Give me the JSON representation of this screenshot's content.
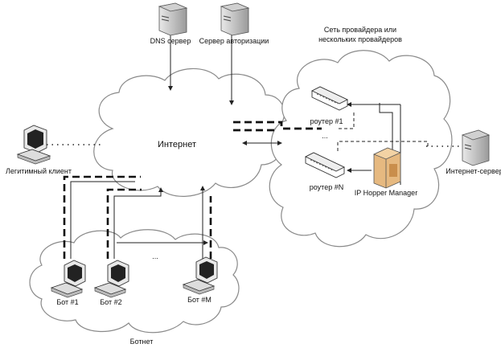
{
  "labels": {
    "dns_server": "DNS сервер",
    "auth_server": "Сервер авторизации",
    "provider_network_line1": "Сеть провайдера или",
    "provider_network_line2": "нескольких провайдеров",
    "internet": "Интернет",
    "router_1": "роутер #1",
    "router_n": "роутер #N",
    "dots_routers": "...",
    "ip_hopper": "IP Hopper Manager",
    "internet_server": "Интернет-сервер",
    "legit_client": "Легитимный клиент",
    "bot_1": "Бот #1",
    "bot_2": "Бот #2",
    "bot_m": "Бот #M",
    "dots_bots": "...",
    "botnet": "Ботнет"
  }
}
